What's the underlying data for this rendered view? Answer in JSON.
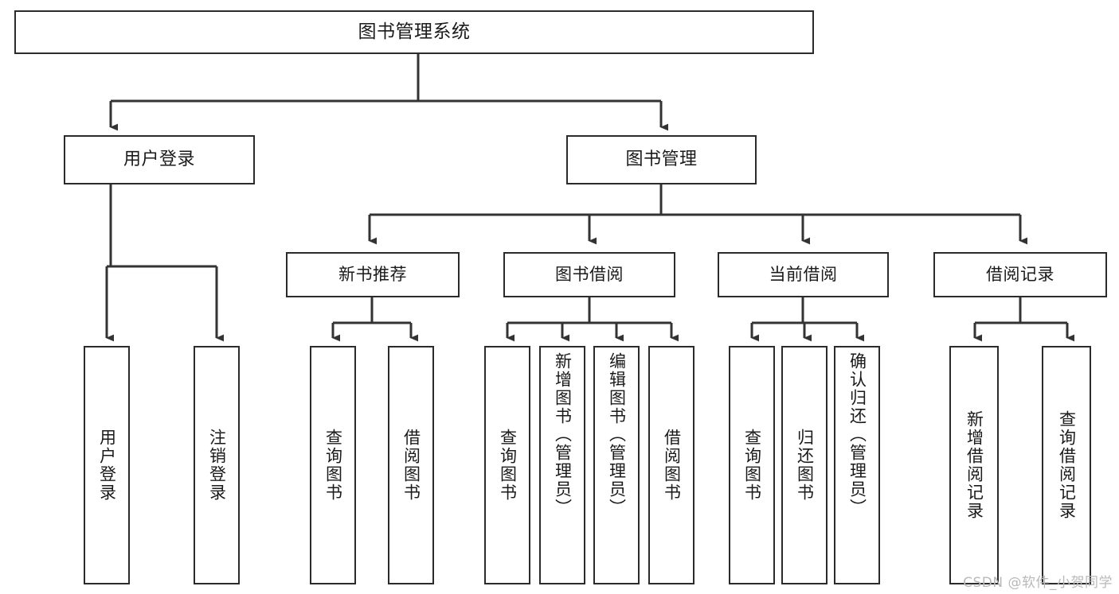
{
  "diagram": {
    "type": "hierarchy-tree",
    "title": "图书管理系统",
    "orientation": "top-down",
    "colors": {
      "background": "#ffffff",
      "box_border": "#2b2b2b",
      "box_fill": "#ffffff",
      "connector": "#333333",
      "text": "#1a1a1a",
      "watermark": "#b9b9b9"
    },
    "watermark": "CSDN @软件_小贺同学"
  },
  "nodes": {
    "root": {
      "label": "图书管理系统"
    },
    "level2": [
      {
        "id": "user-login",
        "label": "用户登录"
      },
      {
        "id": "book-management",
        "label": "图书管理"
      }
    ],
    "level3": [
      {
        "id": "new-book-recommend",
        "label": "新书推荐"
      },
      {
        "id": "book-borrow",
        "label": "图书借阅"
      },
      {
        "id": "current-borrow",
        "label": "当前借阅"
      },
      {
        "id": "borrow-record",
        "label": "借阅记录"
      }
    ],
    "leaves": {
      "user_login": [
        {
          "id": "leaf-user-login",
          "label": "用户登录"
        },
        {
          "id": "leaf-logout-login",
          "label": "注销登录"
        }
      ],
      "new_book_recommend": [
        {
          "id": "leaf-query-book-1",
          "label": "查询图书"
        },
        {
          "id": "leaf-borrow-book-1",
          "label": "借阅图书"
        }
      ],
      "book_borrow": [
        {
          "id": "leaf-query-book-2",
          "label": "查询图书"
        },
        {
          "id": "leaf-add-book",
          "label": "新增图书（管理员）"
        },
        {
          "id": "leaf-edit-book",
          "label": "编辑图书（管理员）"
        },
        {
          "id": "leaf-borrow-book-2",
          "label": "借阅图书"
        }
      ],
      "current_borrow": [
        {
          "id": "leaf-query-book-3",
          "label": "查询图书"
        },
        {
          "id": "leaf-return-book",
          "label": "归还图书"
        },
        {
          "id": "leaf-confirm-return",
          "label": "确认归还（管理员）"
        }
      ],
      "borrow_record": [
        {
          "id": "leaf-add-record",
          "label": "新增借阅记录"
        },
        {
          "id": "leaf-query-record",
          "label": "查询借阅记录"
        }
      ]
    }
  }
}
